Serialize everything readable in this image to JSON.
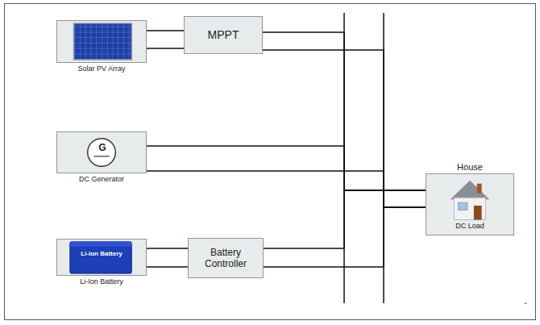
{
  "diagram": {
    "nodes": [
      {
        "text": [
          "Solar PV Array"
        ]
      },
      {
        "text": [
          "MPPT"
        ]
      },
      {
        "text": [
          "G",
          "DC Generator"
        ]
      },
      {
        "text": [
          "Li-Ion Battery",
          "Li-Ion Battery"
        ]
      },
      {
        "text": [
          "Battery Controller"
        ]
      },
      {
        "text": [
          "House",
          "DC Load"
        ]
      }
    ],
    "edges": [
      {
        "from": 0,
        "to": 1,
        "arrow": "none"
      },
      {
        "from": 3,
        "to": 4,
        "arrow": "none"
      },
      {
        "from": 1,
        "to": 5,
        "arrow": "none"
      },
      {
        "from": 2,
        "to": 5,
        "arrow": "none"
      },
      {
        "from": 4,
        "to": 5,
        "arrow": "none"
      }
    ],
    "labels": [
      "."
    ]
  }
}
